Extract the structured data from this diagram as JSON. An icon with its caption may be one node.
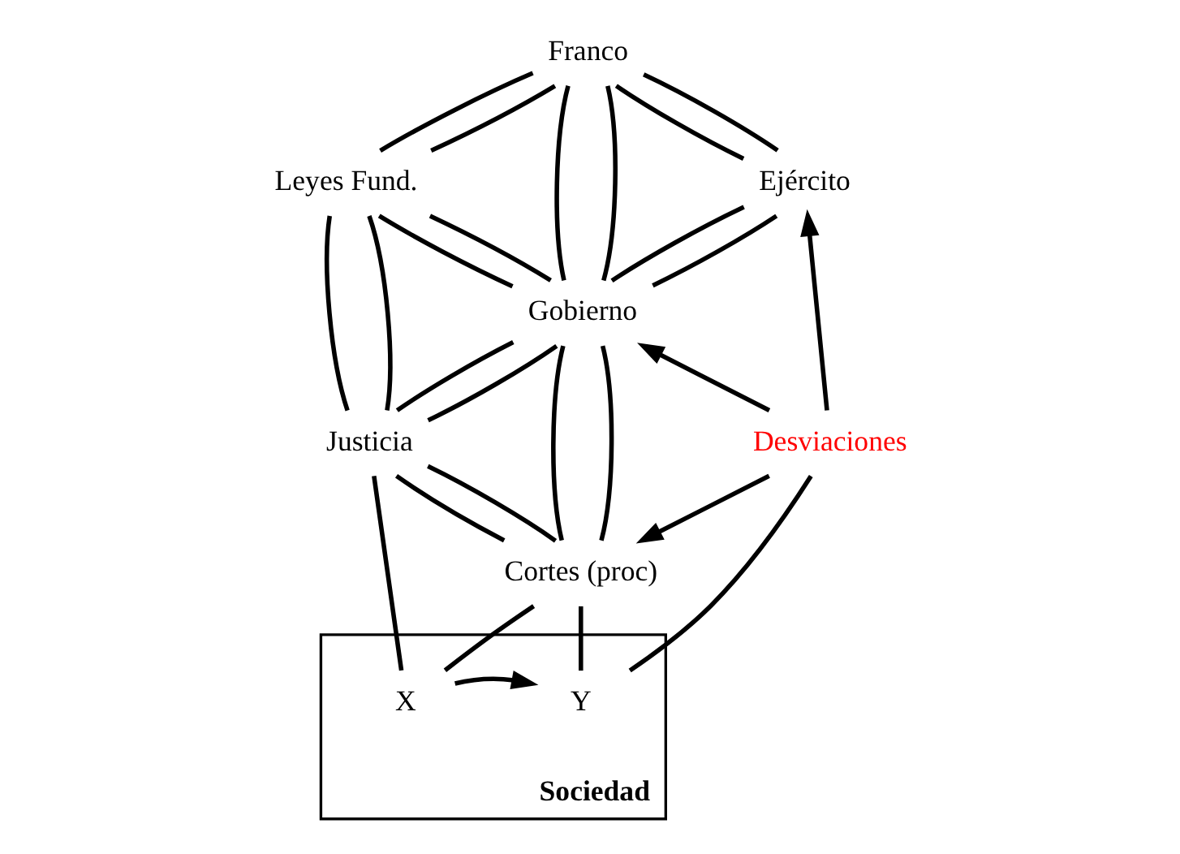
{
  "diagram": {
    "nodes": [
      {
        "text": [
          "Franco"
        ]
      },
      {
        "text": [
          "Leyes Fund."
        ]
      },
      {
        "text": [
          "Ejército"
        ]
      },
      {
        "text": [
          "Gobierno"
        ]
      },
      {
        "text": [
          "Justicia"
        ]
      },
      {
        "text": [
          "Desviaciones"
        ]
      },
      {
        "text": [
          "Cortes (proc)"
        ]
      },
      {
        "text": [
          "Sociedad"
        ]
      },
      {
        "text": [
          "X"
        ],
        "in": 7
      },
      {
        "text": [
          "Y"
        ],
        "in": 7
      }
    ],
    "edges": [
      {
        "from": 0,
        "to": 1,
        "arrow": "none"
      },
      {
        "from": 0,
        "to": 1,
        "arrow": "none"
      },
      {
        "from": 0,
        "to": 3,
        "arrow": "none"
      },
      {
        "from": 0,
        "to": 3,
        "arrow": "none"
      },
      {
        "from": 0,
        "to": 2,
        "arrow": "none"
      },
      {
        "from": 0,
        "to": 2,
        "arrow": "none"
      },
      {
        "from": 1,
        "to": 3,
        "arrow": "none"
      },
      {
        "from": 1,
        "to": 3,
        "arrow": "none"
      },
      {
        "from": 2,
        "to": 3,
        "arrow": "none"
      },
      {
        "from": 2,
        "to": 3,
        "arrow": "none"
      },
      {
        "from": 1,
        "to": 4,
        "arrow": "none"
      },
      {
        "from": 1,
        "to": 4,
        "arrow": "none"
      },
      {
        "from": 3,
        "to": 4,
        "arrow": "none"
      },
      {
        "from": 3,
        "to": 4,
        "arrow": "none"
      },
      {
        "from": 3,
        "to": 6,
        "arrow": "none"
      },
      {
        "from": 3,
        "to": 6,
        "arrow": "none"
      },
      {
        "from": 4,
        "to": 6,
        "arrow": "none"
      },
      {
        "from": 4,
        "to": 6,
        "arrow": "none"
      },
      {
        "from": 5,
        "to": 3,
        "arrow": "to"
      },
      {
        "from": 5,
        "to": 2,
        "arrow": "to"
      },
      {
        "from": 5,
        "to": 6,
        "arrow": "to"
      },
      {
        "from": 4,
        "to": 8,
        "arrow": "none"
      },
      {
        "from": 6,
        "to": 8,
        "arrow": "none"
      },
      {
        "from": 6,
        "to": 9,
        "arrow": "none"
      },
      {
        "from": 9,
        "to": 5,
        "arrow": "none"
      },
      {
        "from": 8,
        "to": 9,
        "arrow": "to"
      }
    ]
  }
}
